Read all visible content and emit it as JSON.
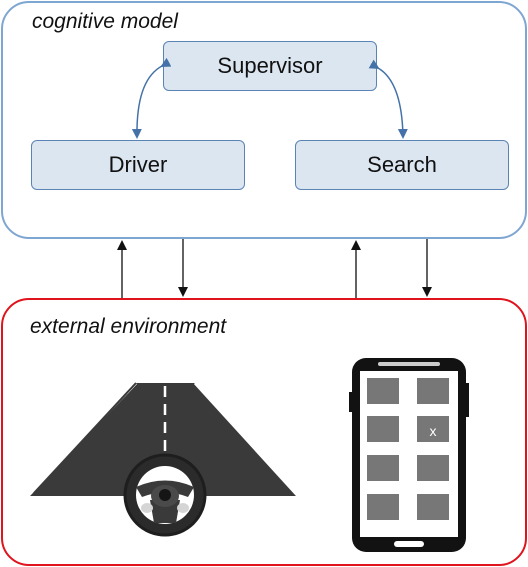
{
  "cognitive_model": {
    "label": "cognitive model",
    "modules": {
      "supervisor": "Supervisor",
      "driver": "Driver",
      "search": "Search"
    }
  },
  "external_environment": {
    "label": "external environment",
    "phone_marked_tile": "x"
  },
  "colors": {
    "cognitive_border": "#7ea6d3",
    "external_border": "#e0141c",
    "module_fill": "#dce6f1",
    "module_border": "#5b84b5",
    "arrow_blue": "#4472a8"
  }
}
